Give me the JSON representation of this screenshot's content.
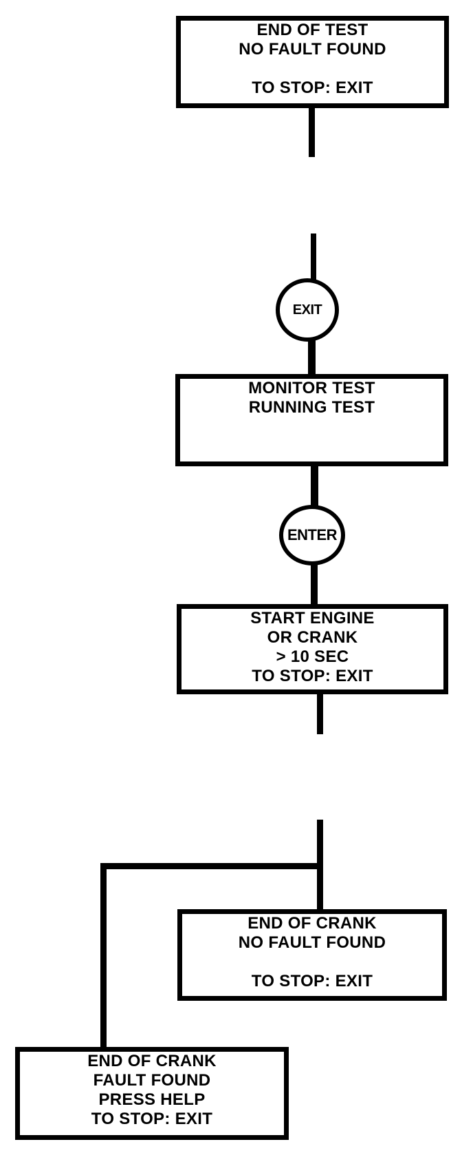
{
  "diagram": {
    "title_hint": "Monitor test flowchart",
    "colors": {
      "foreground": "#000000",
      "background": "#ffffff"
    },
    "nodes": {
      "end_of_test": {
        "type": "display-box",
        "lines": [
          "END OF TEST",
          "NO FAULT FOUND",
          " ",
          "TO STOP: EXIT"
        ]
      },
      "exit_key": {
        "type": "key-circle",
        "label": "EXIT"
      },
      "monitor_test": {
        "type": "display-box",
        "lines": [
          "MONITOR TEST",
          "RUNNING TEST",
          " ",
          " "
        ]
      },
      "enter_key": {
        "type": "key-circle",
        "label": "ENTER"
      },
      "start_engine": {
        "type": "display-box",
        "lines": [
          "START ENGINE",
          "OR CRANK",
          "> 10 SEC",
          "TO STOP: EXIT"
        ]
      },
      "end_of_crank_no_fault": {
        "type": "display-box",
        "lines": [
          "END OF CRANK",
          "NO FAULT FOUND",
          " ",
          "TO STOP: EXIT"
        ]
      },
      "end_of_crank_fault": {
        "type": "display-box",
        "lines": [
          "END OF CRANK",
          "FAULT FOUND",
          "PRESS HELP",
          "TO STOP: EXIT"
        ]
      }
    }
  }
}
